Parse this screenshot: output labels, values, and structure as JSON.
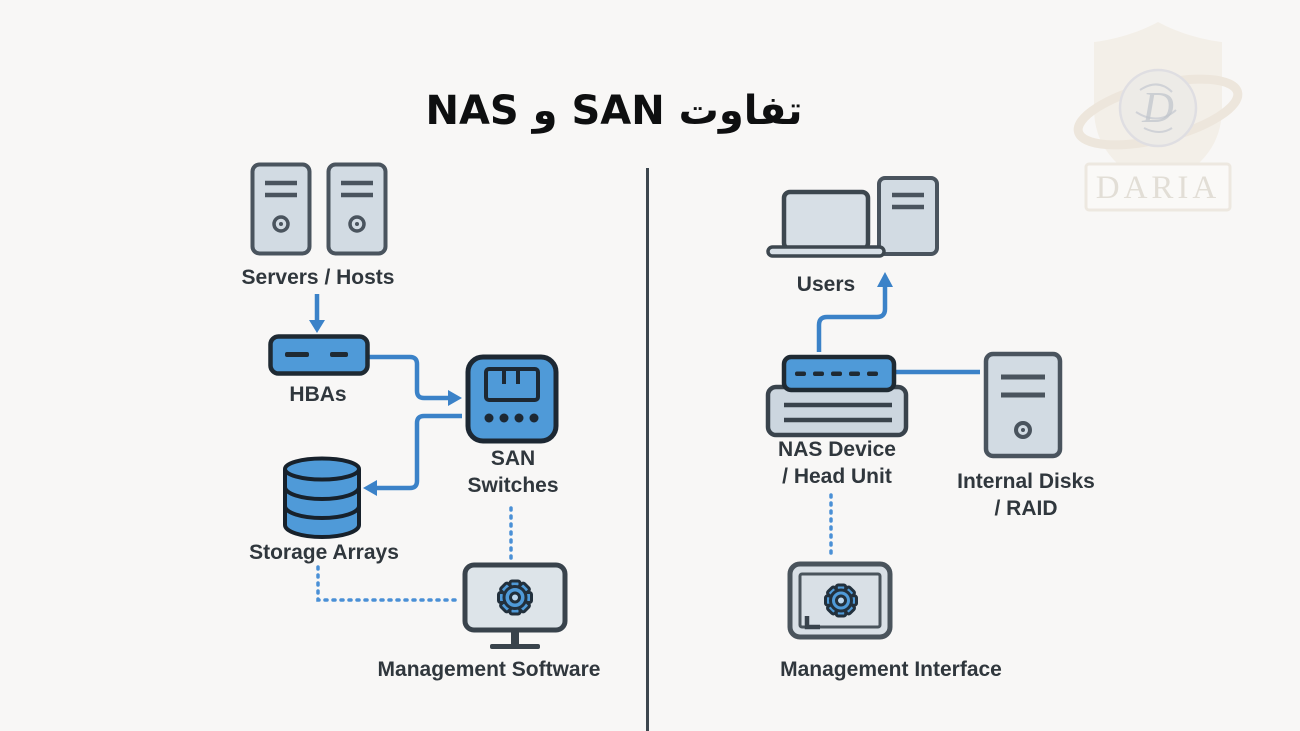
{
  "title": "تفاوت SAN و NAS",
  "watermark": {
    "brand": "DARIA"
  },
  "san_side": {
    "servers_label": "Servers / Hosts",
    "hbas_label": "HBAs",
    "switches_line1": "SAN",
    "switches_line2": "Switches",
    "storage_label": "Storage Arrays",
    "management_label": "Management Software"
  },
  "nas_side": {
    "users_label": "Users",
    "device_line1": "NAS Device",
    "device_line2": "/ Head Unit",
    "disks_line1": "Internal Disks",
    "disks_line2": "/ RAID",
    "management_label": "Management Interface"
  },
  "colors": {
    "icon_blue": "#4f9ad8",
    "icon_gray": "#d2dbe3",
    "outline_dark": "#1f2a33",
    "outline_gray": "#4a545e",
    "arrow_blue": "#3b82c8",
    "dotted_blue": "#4a90d6",
    "divider": "#3d464e",
    "label_text": "#30373d"
  }
}
